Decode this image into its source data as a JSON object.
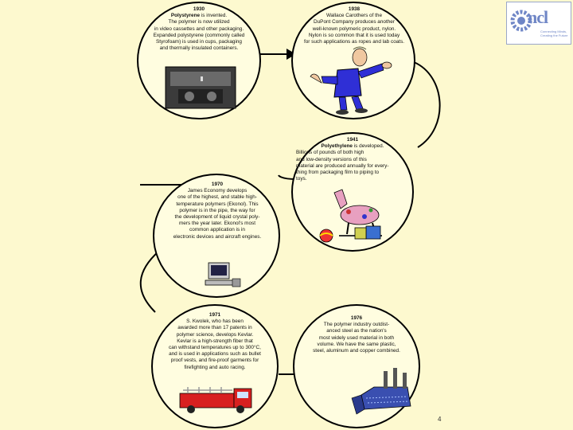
{
  "logo": {
    "text": "ncl",
    "tagline": "Connecting Minds, Creating the Future"
  },
  "events": [
    {
      "id": "e1930",
      "year": "1930",
      "lead": "Polystyrene",
      "lines": [
        "is invented.",
        "The polymer is now utilized",
        "in video cassettes and other packaging.",
        "Expanded polystyrene (commonly called",
        "Styrofoam) is used in cups, packaging",
        "and thermally insulated containers."
      ]
    },
    {
      "id": "e1938",
      "year": "1938",
      "lines": [
        "Wallace Carothers of the",
        "DuPont Company produces another",
        "well-known polymeric product, nylon.",
        "Nylon is so common that it is used today",
        "for such applications as ropes and lab coats."
      ]
    },
    {
      "id": "e1941",
      "year": "1941",
      "lead": "Polyethylene",
      "lines": [
        "is developed.",
        "Billions of pounds of both high",
        "and low-density versions of this",
        "material are produced annually for every-",
        "thing from packaging film to piping to",
        "toys."
      ]
    },
    {
      "id": "e1970",
      "year": "1970",
      "lines": [
        "James Economy develops",
        "one of the highest, and stable high-",
        "temperature polymers (Ekonol). This",
        "polymer is in the pipe, the way for",
        "the development of liquid crystal poly-",
        "mers the year later. Ekonol's most",
        "common application is in",
        "electronic devices and aircraft engines."
      ]
    },
    {
      "id": "e1971",
      "year": "1971",
      "lines": [
        "S. Kwolek, who has been",
        "awarded more than 17 patents in",
        "polymer science, develops Kevlar.",
        "Kevlar is a high-strength fiber that",
        "can withstand temperatures up to 300°C,",
        "and is used in applications such as bullet",
        "proof vests, and fire-proof garments for",
        "firefighting and auto racing."
      ]
    },
    {
      "id": "e1976",
      "year": "1976",
      "lines": [
        "The polymer industry outdist-",
        "anced steel as the nation's",
        "most widely used material in both",
        "volume. We have the same plastic,",
        "steel, aluminum and copper combined."
      ]
    }
  ],
  "page_number": "4"
}
